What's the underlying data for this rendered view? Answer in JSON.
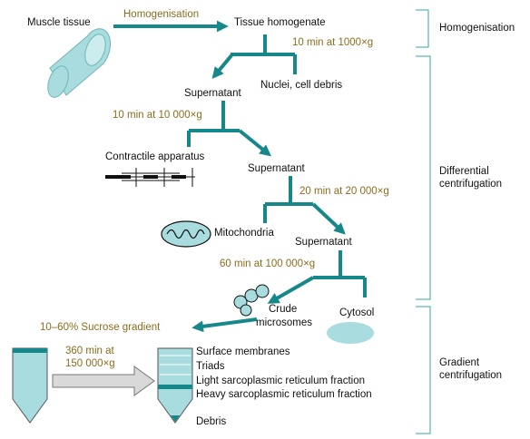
{
  "colors": {
    "teal": "#17888a",
    "olive": "#8a6d1f",
    "bracket": "#3aa3a5",
    "tube": "#a9dcde",
    "tube_band": "#17888a"
  },
  "items": {
    "muscle_tissue": "Muscle tissue",
    "homogenisation_step": "Homogenisation",
    "tissue_homogenate": "Tissue homogenate",
    "spin1": "10 min at 1000×g",
    "supernatant1": "Supernatant",
    "nuclei_debris": "Nuclei, cell debris",
    "spin2": "10 min at 10 000×g",
    "contractile": "Contractile apparatus",
    "supernatant2": "Supernatant",
    "spin3": "20 min at 20 000×g",
    "mitochondria": "Mitochondria",
    "supernatant3": "Supernatant",
    "spin4": "60 min at 100 000×g",
    "crude": "Crude",
    "microsomes": "microsomes",
    "cytosol": "Cytosol",
    "sucrose": "10–60% Sucrose gradient",
    "spin5_line1": "360 min at",
    "spin5_line2": "150 000×g",
    "fractions": [
      "Surface membranes",
      "Triads",
      "Light sarcoplasmic reticulum fraction",
      "Heavy sarcoplasmic reticulum fraction"
    ],
    "debris": "Debris"
  },
  "phases": {
    "homogenisation": "Homogenisation",
    "differential_1": "Differential",
    "differential_2": "centrifugation",
    "gradient_1": "Gradient",
    "gradient_2": "centrifugation"
  }
}
